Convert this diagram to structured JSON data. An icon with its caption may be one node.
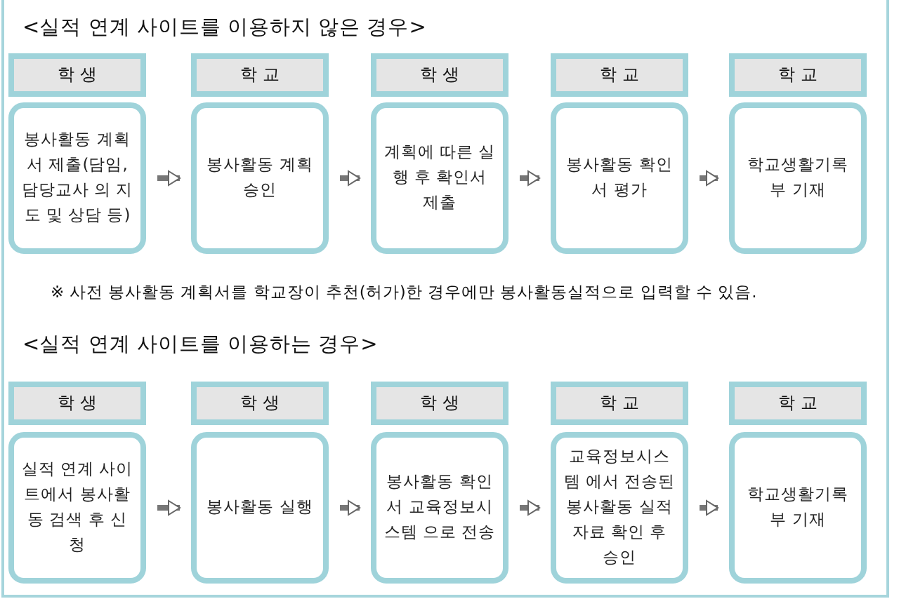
{
  "diagram": {
    "nodes": [
      {
        "text": [
          "학 생"
        ]
      },
      {
        "text": [
          "학 교"
        ]
      },
      {
        "text": [
          "학 생"
        ]
      },
      {
        "text": [
          "학 교"
        ]
      },
      {
        "text": [
          "학 교"
        ]
      },
      {
        "text": [
          "봉사활동 계획서 제출(담임, 담당교사 의 지도 및 상담 등)"
        ]
      },
      {
        "text": [
          "봉사활동 계획 승인"
        ]
      },
      {
        "text": [
          "계획에 따른 실행 후 확인서 제출"
        ]
      },
      {
        "text": [
          "봉사활동 확인서 평가"
        ]
      },
      {
        "text": [
          "학교생활기록부 기재"
        ]
      },
      {
        "text": [
          "학 생"
        ]
      },
      {
        "text": [
          "학 생"
        ]
      },
      {
        "text": [
          "학 생"
        ]
      },
      {
        "text": [
          "학 교"
        ]
      },
      {
        "text": [
          "학 교"
        ]
      },
      {
        "text": [
          "실적 연계 사이트에서 봉사활동 검색 후 신청"
        ]
      },
      {
        "text": [
          "봉사활동 실행"
        ]
      },
      {
        "text": [
          "봉사활동 확인서 교육정보시스템 으로 전송"
        ]
      },
      {
        "text": [
          "교육정보시스템 에서 전송된 봉사활동 실적자료 확인 후 승인"
        ]
      },
      {
        "text": [
          "학교생활기록부 기재"
        ]
      }
    ],
    "edges": [
      {
        "from": 5,
        "to": 6,
        "arrow": "to"
      },
      {
        "from": 6,
        "to": 7,
        "arrow": "to"
      },
      {
        "from": 7,
        "to": 8,
        "arrow": "to"
      },
      {
        "from": 8,
        "to": 9,
        "arrow": "to"
      },
      {
        "from": 15,
        "to": 16,
        "arrow": "to"
      },
      {
        "from": 16,
        "to": 17,
        "arrow": "to"
      },
      {
        "from": 17,
        "to": 18,
        "arrow": "to"
      },
      {
        "from": 18,
        "to": 19,
        "arrow": "to"
      }
    ],
    "labels": [
      "<실적 연계 사이트를 이용하지 않은 경우>",
      "※ 사전 봉사활동 계획서를 학교장이 추천(허가)한 경우에만 봉사활동실적으로 입력할 수 있음.",
      "<실적 연계 사이트를 이용하는 경우>"
    ]
  }
}
